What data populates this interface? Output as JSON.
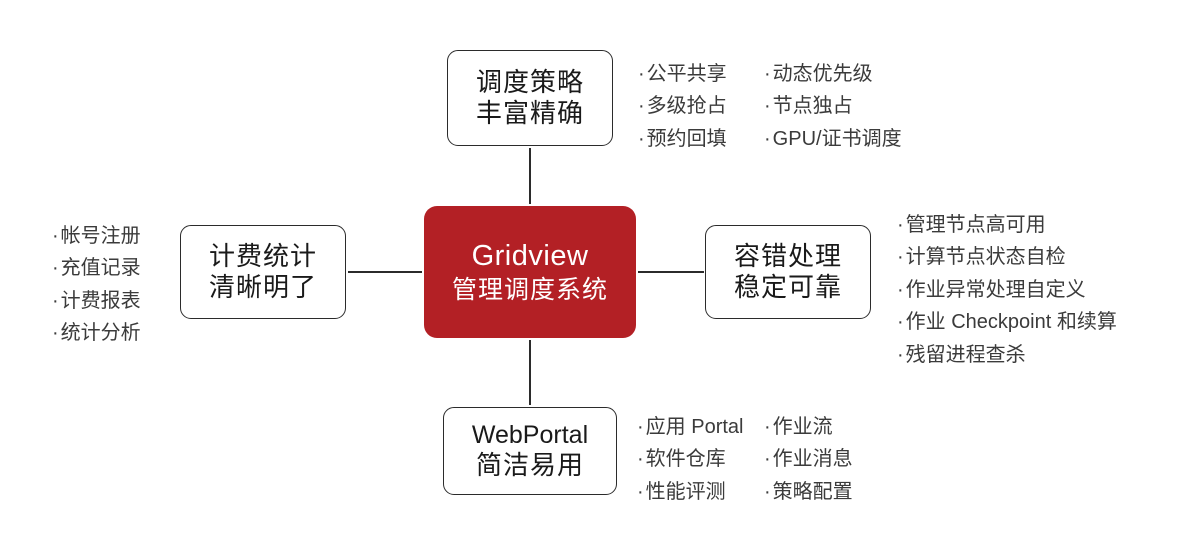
{
  "diagram": {
    "center": {
      "line1": "Gridview",
      "line2": "管理调度系统",
      "color": "#B32025",
      "text_color": "#FFFFFF"
    },
    "nodes": {
      "top": {
        "line1": "调度策略",
        "line2": "丰富精确"
      },
      "left": {
        "line1": "计费统计",
        "line2": "清晰明了"
      },
      "right": {
        "line1": "容错处理",
        "line2": "稳定可靠"
      },
      "bottom": {
        "line1": "WebPortal",
        "line2": "简洁易用"
      }
    },
    "bullets": {
      "top_col1": [
        "公平共享",
        "多级抢占",
        "预约回填"
      ],
      "top_col2": [
        "动态优先级",
        "节点独占",
        "GPU/证书调度"
      ],
      "left": [
        "帐号注册",
        "充值记录",
        "计费报表",
        "统计分析"
      ],
      "right": [
        "管理节点高可用",
        "计算节点状态自检",
        "作业异常处理自定义",
        "作业 Checkpoint 和续算",
        "残留进程查杀"
      ],
      "bottom_col1": [
        "应用 Portal",
        "软件仓库",
        "性能评测"
      ],
      "bottom_col2": [
        "作业流",
        "作业消息",
        "策略配置"
      ]
    },
    "bullet_marker": "·",
    "bullet_text_color": "#3B3B3B",
    "outline_color": "#2B2B2B"
  }
}
